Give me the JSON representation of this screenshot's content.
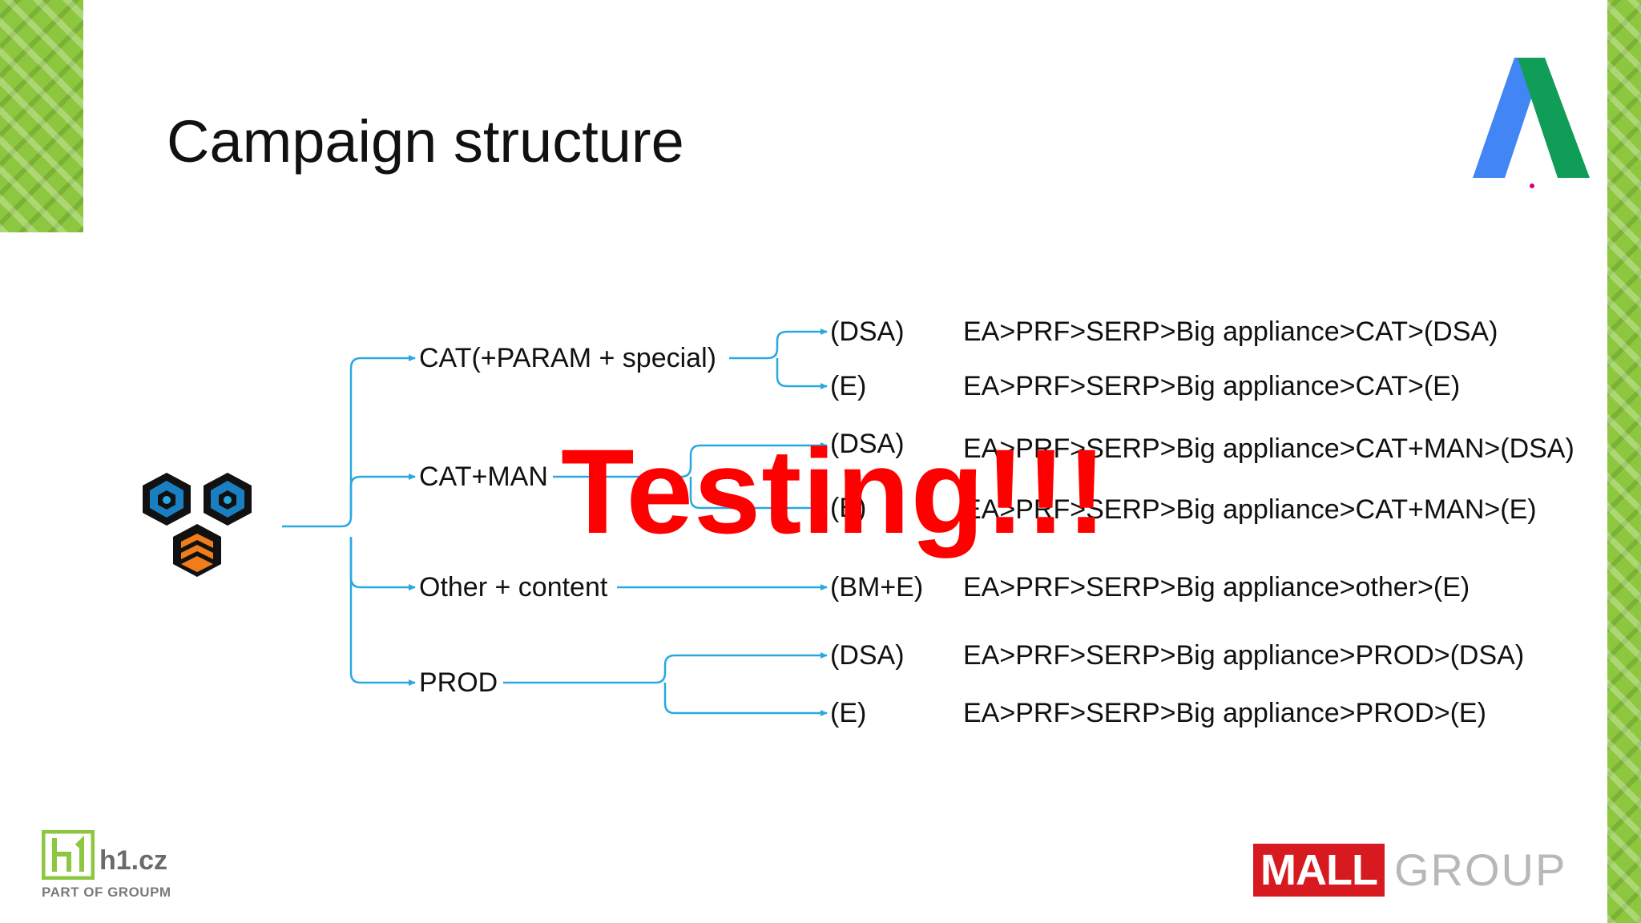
{
  "slide": {
    "title": "Campaign structure"
  },
  "tree": {
    "branches": [
      {
        "label": "CAT(+PARAM + special)",
        "children": [
          {
            "label": "(DSA)",
            "path": "EA>PRF>SERP>Big appliance>CAT>(DSA)"
          },
          {
            "label": "(E)",
            "path": "EA>PRF>SERP>Big appliance>CAT>(E)"
          }
        ]
      },
      {
        "label": "CAT+MAN",
        "children": [
          {
            "label": "(DSA)",
            "path": "EA>PRF>SERP>Big appliance>CAT+MAN>(DSA)"
          },
          {
            "label": "(E)",
            "path": "EA>PRF>SERP>Big appliance>CAT+MAN>(E)"
          }
        ]
      },
      {
        "label": "Other + content",
        "children": [
          {
            "label": "(BM+E)",
            "path": "EA>PRF>SERP>Big appliance>other>(E)"
          }
        ]
      },
      {
        "label": "PROD",
        "children": [
          {
            "label": "(DSA)",
            "path": "EA>PRF>SERP>Big appliance>PROD>(DSA)"
          },
          {
            "label": "(E)",
            "path": "EA>PRF>SERP>Big appliance>PROD>(E)"
          }
        ]
      }
    ]
  },
  "overlay": {
    "text": "Testing!!!"
  },
  "footer": {
    "h1_logo_letter": "h1",
    "h1_text": "h1.cz",
    "h1_sub": "PART OF GROUPM",
    "mall_text": "MALL",
    "group_text": "GROUP"
  },
  "colors": {
    "connector": "#29a8e0",
    "overlay": "#ff0000",
    "side_pattern": "#8dc63f",
    "mall_red": "#d71920",
    "adwords_blue": "#4285f4",
    "adwords_green": "#0f9d58",
    "adwords_yellow": "#fbbc04"
  },
  "icons": [
    "adwords-logo-icon",
    "hexagon-cluster-icon"
  ]
}
